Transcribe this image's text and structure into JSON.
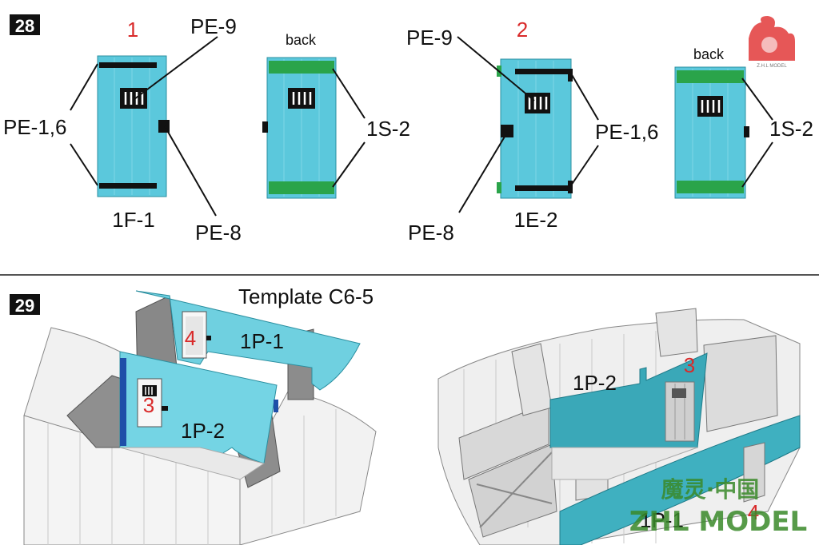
{
  "steps": [
    {
      "number": "28",
      "doors": [
        {
          "index": "1",
          "part": "1F-1",
          "back_label": "back",
          "callouts": {
            "bars": "PE-9",
            "hinges": "PE-1,6",
            "handle": "PE-8",
            "strips": "1S-2"
          }
        },
        {
          "index": "2",
          "part": "1E-2",
          "back_label": "back",
          "callouts": {
            "bars": "PE-9",
            "hinges": "PE-1,6",
            "handle": "PE-8",
            "strips": "1S-2"
          }
        }
      ]
    },
    {
      "number": "29",
      "template_label": "Template  C6-5",
      "left_view": {
        "wall_a": "1P-1",
        "wall_b": "1P-2",
        "marker_a": "4",
        "marker_b": "3"
      },
      "right_view": {
        "wall_a": "1P-2",
        "wall_b": "1P-1",
        "marker_a": "3",
        "marker_b": "4"
      }
    }
  ],
  "watermark": {
    "chinese": "魔灵·中国",
    "brand": "ZHL MODEL",
    "logo_caption": "Z.H.L MODEL"
  },
  "colors": {
    "door_blue": "#5bc8dc",
    "strip_green": "#2aa44a",
    "hinge_black": "#111111",
    "number_red": "#d92a2a",
    "wall_teal": "#3aa8b8",
    "wall_grey": "#9a9a9a",
    "watermark_green": "#3a8a2a"
  }
}
